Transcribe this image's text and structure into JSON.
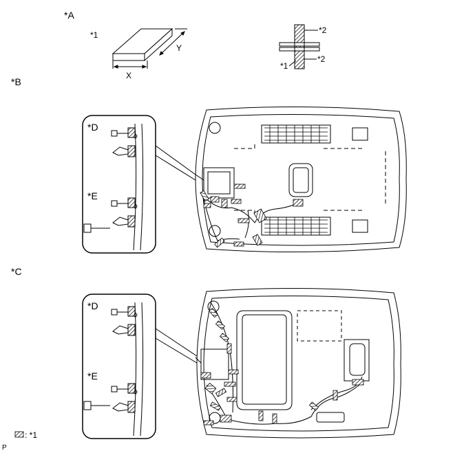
{
  "labels": {
    "a": "*A",
    "b": "*B",
    "c": "*C",
    "d": "*D",
    "e": "*E",
    "n1": "*1",
    "n2": "*2",
    "x": "X",
    "y": "Y",
    "legend": ": *1",
    "page_mark": "P"
  },
  "colors": {
    "line": "#000000",
    "hatch": "#000000",
    "background": "#ffffff"
  }
}
